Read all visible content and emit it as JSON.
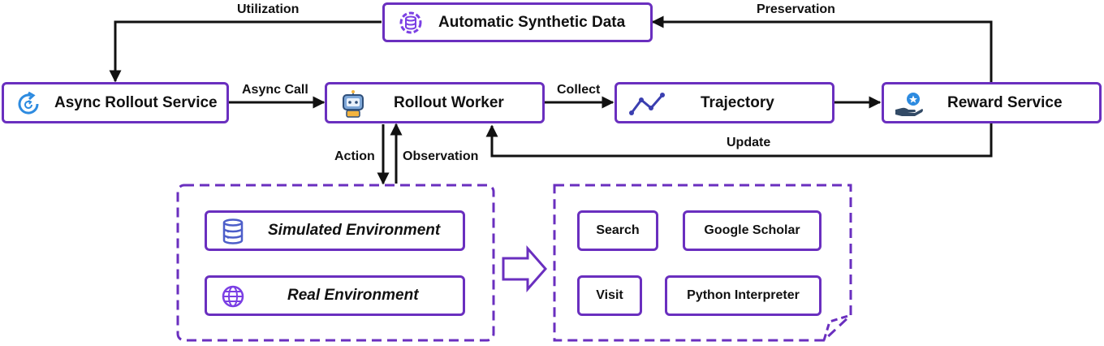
{
  "nodes": {
    "synthetic": "Automatic Synthetic Data",
    "async_rollout": "Async Rollout Service",
    "rollout_worker": "Rollout Worker",
    "trajectory": "Trajectory",
    "reward": "Reward Service",
    "simulated_env": "Simulated Environment",
    "real_env": "Real Environment"
  },
  "edges": {
    "utilization": "Utilization",
    "preservation": "Preservation",
    "async_call": "Async Call",
    "collect": "Collect",
    "update": "Update",
    "action": "Action",
    "observation": "Observation"
  },
  "tools": {
    "search": "Search",
    "google_scholar": "Google Scholar",
    "visit": "Visit",
    "python": "Python Interpreter"
  },
  "colors": {
    "accent": "#6a2fbf",
    "icon_purple": "#7b3fe4",
    "icon_blue": "#2d8be0"
  },
  "icons": {
    "synthetic": "database-gear-icon",
    "async_rollout": "refresh-icon",
    "rollout_worker": "robot-icon",
    "trajectory": "line-chart-icon",
    "reward": "hand-badge-icon",
    "simulated_env": "database-icon",
    "real_env": "globe-icon"
  }
}
